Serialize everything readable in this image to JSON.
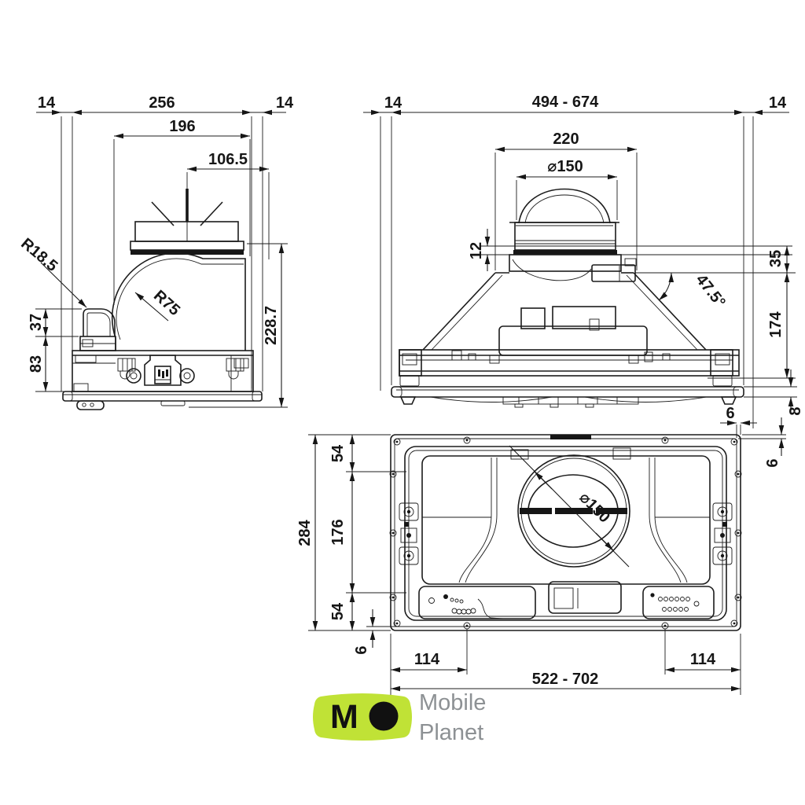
{
  "side_view": {
    "margin_left": "14",
    "overall_width": "256",
    "margin_right": "14",
    "body_width": "196",
    "duct_offset": "106.5",
    "radius_small": "R18.5",
    "radius_large": "R75",
    "step_height": "37",
    "base_height": "83",
    "overall_height": "228.7"
  },
  "front_view": {
    "margin_left": "14",
    "width_range": "494 - 674",
    "margin_right": "14",
    "spigot_width": "220",
    "duct_diameter": "⌀150",
    "collar_height": "12",
    "top_offset": "35",
    "body_height": "174",
    "cone_angle": "47.5°",
    "flange_gap": "8",
    "frame_gap_right": "6",
    "frame_gap_top": "6"
  },
  "bottom_view": {
    "overall_depth": "284",
    "inset_top": "54",
    "inner_depth": "176",
    "inset_bottom": "54",
    "frame_gap": "6",
    "hole_offset_left": "114",
    "width_range": "522 - 702",
    "hole_offset_right": "114",
    "duct_diameter": "⌀150"
  },
  "logo": {
    "monogram": "M",
    "brand_line1": "Mobile",
    "brand_line2": "Planet",
    "badge_color": "#c0e236",
    "text_color": "#8d9194"
  }
}
